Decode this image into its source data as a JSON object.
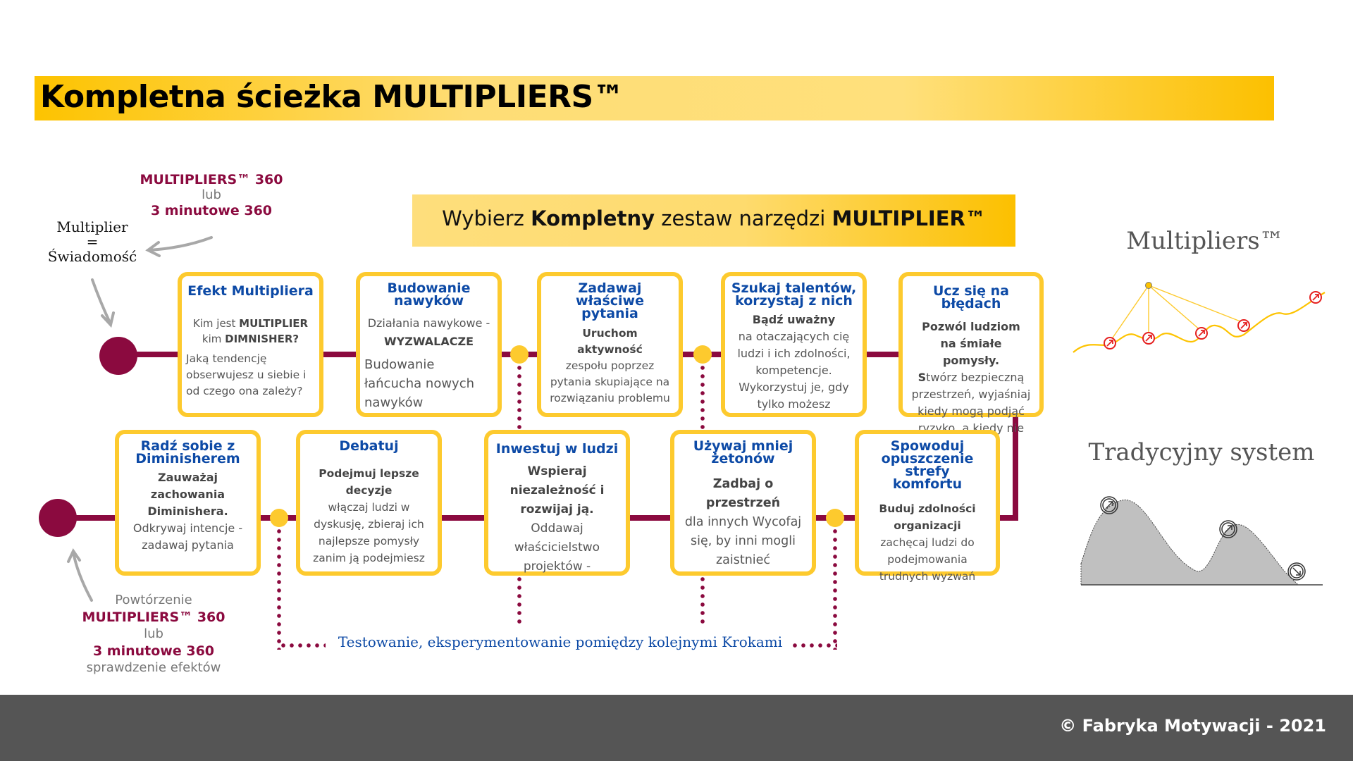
{
  "title": "Kompletna ścieżka MULTIPLIERS™",
  "subtitle": {
    "part1": "Wybierz ",
    "part2_bold": "Kompletny",
    "part3": " zestaw narzędzi ",
    "part4_bold": "MULTIPLIER™"
  },
  "top_note": {
    "line1": "MULTIPLIERS™ 360",
    "line2": "lub",
    "line3": "3 minutowe 360"
  },
  "awareness": {
    "line1": "Multiplier",
    "line2": "=",
    "line3": "Świadomość"
  },
  "bottom_note": {
    "line1": "Powtórzenie",
    "line2": "MULTIPLIERS™ 360",
    "line3": "lub",
    "line4": "3 minutowe 360",
    "line5": "sprawdzenie efektów"
  },
  "top_row": [
    {
      "title": "Efekt Multipliera",
      "b1": "Kim jest ",
      "b1b": "MULTIPLIER",
      "b2": "kim ",
      "b2b": "DIMNISHER?",
      "b3": "Jaką tendencję obserwujesz u siebie i od czego ona zależy?"
    },
    {
      "title": "Budowanie nawyków",
      "b1": "Działania nawykowe -",
      "b1b": "WYZWALACZE",
      "b2": "Budowanie łańcucha nowych nawyków"
    },
    {
      "title": "Zadawaj właściwe pytania",
      "bold": "Uruchom aktywność",
      "text": "zespołu poprzez pytania skupiające na rozwiązaniu problemu"
    },
    {
      "title": "Szukaj talentów, korzystaj z nich",
      "bold": "Bądź uważny",
      "text": "na otaczających cię ludzi i ich zdolności, kompetencje. Wykorzystuj je, gdy tylko możesz"
    },
    {
      "title": "Ucz się na błędach",
      "bold": "Pozwól ludziom na śmiałe pomysły.",
      "text_b": "S",
      "text": "twórz bezpieczną przestrzeń, wyjaśniaj kiedy mogą podjąć ryzyko, a kiedy nie"
    }
  ],
  "bottom_row": [
    {
      "title": "Radź sobie z Diminisherem",
      "bold": "Zauważaj zachowania Diminishera.",
      "text": "Odkrywaj intencje - zadawaj pytania"
    },
    {
      "title": "Debatuj",
      "bold": "Podejmuj lepsze decyzje",
      "text": "włączaj ludzi w dyskusję, zbieraj ich najlepsze pomysły zanim ją podejmiesz"
    },
    {
      "title": "Inwestuj w ludzi",
      "bold": "Wspieraj niezależność i rozwijaj ją.",
      "text": "Oddawaj właścicielstwo projektów -"
    },
    {
      "title": "Używaj mniej żetonów",
      "bold": "Zadbaj o przestrzeń",
      "text": "dla innych Wycofaj się, by inni mogli zaistnieć"
    },
    {
      "title": "Spowoduj opuszczenie strefy komfortu",
      "bold": "Buduj zdolności organizacji",
      "text": "zachęcaj ludzi do podejmowania trudnych wyzwań"
    }
  ],
  "testing_label": "Testowanie, eksperymentowanie pomiędzy kolejnymi Krokami",
  "multipliers_graphic": {
    "label": "Multipliers™"
  },
  "traditional_graphic": {
    "label": "Tradycyjny system"
  },
  "footer": "© Fabryka Motywacji - 2021",
  "colors": {
    "accent_yellow": "#fdca2e",
    "magenta": "#8b0a3f",
    "title_blue": "#0d4aa6",
    "footer_grey": "#555555"
  }
}
